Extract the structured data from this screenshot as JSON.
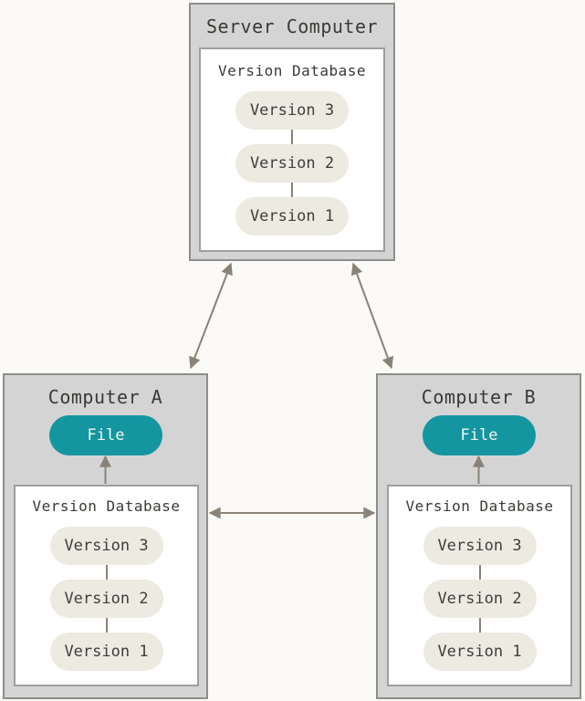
{
  "colors": {
    "background": "#fbfaf7",
    "box_fill": "#d4d4d4",
    "box_border": "#8d8d8d",
    "inner_fill": "#ffffff",
    "inner_border": "#9e9e9e",
    "pill_fill": "#eceae1",
    "pill_text": "#403e3a",
    "file_fill": "#1396a0",
    "file_text": "#f4f4f2",
    "arrow": "#8a8277",
    "title_text": "#3b3935"
  },
  "server": {
    "title": "Server Computer",
    "database": {
      "label": "Version Database",
      "versions": [
        "Version 3",
        "Version 2",
        "Version 1"
      ]
    }
  },
  "computer_a": {
    "title": "Computer A",
    "file_label": "File",
    "database": {
      "label": "Version Database",
      "versions": [
        "Version 3",
        "Version 2",
        "Version 1"
      ]
    }
  },
  "computer_b": {
    "title": "Computer B",
    "file_label": "File",
    "database": {
      "label": "Version Database",
      "versions": [
        "Version 3",
        "Version 2",
        "Version 1"
      ]
    }
  },
  "arrows": {
    "server_to_computer_a": {
      "from": "Server Computer",
      "to": "Computer A",
      "bidirectional": true
    },
    "server_to_computer_b": {
      "from": "Server Computer",
      "to": "Computer B",
      "bidirectional": true
    },
    "computer_a_to_computer_b": {
      "from": "Computer A",
      "to": "Computer B",
      "bidirectional": true
    },
    "computer_a_db_to_file": {
      "from": "Version Database",
      "to": "File",
      "bidirectional": false
    },
    "computer_b_db_to_file": {
      "from": "Version Database",
      "to": "File",
      "bidirectional": false
    }
  }
}
